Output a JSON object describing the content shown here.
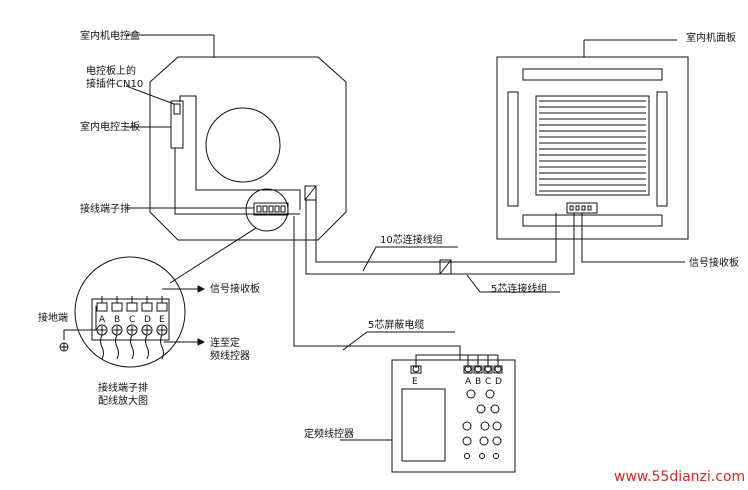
{
  "labels": {
    "indoor_control_box": "室内机电控盒",
    "control_board_connector": "电控板上的",
    "control_board_connector_2": "接插件CN10",
    "indoor_main_board": "室内电控主板",
    "terminal_block": "接线端子排",
    "indoor_panel": "室内机面板",
    "signal_receiver_board": "信号接收板",
    "cable_10core": "10芯连接线组",
    "cable_5core": "5芯连接线组",
    "cable_5core_shielded": "5芯屏蔽电缆",
    "ground_terminal": "接地端",
    "signal_receiver_board_2": "信号接收板",
    "to_fixed_freq_controller": "连至定",
    "to_fixed_freq_controller_2": "频线控器",
    "terminal_block_enlarged": "接线端子排",
    "terminal_block_enlarged_2": "配线放大图",
    "fixed_freq_wired_controller": "定频线控器",
    "watermark": "www.55dianzi.com"
  },
  "terminals": {
    "magnified": [
      "A",
      "B",
      "C",
      "D",
      "E"
    ],
    "controller_left": "E",
    "controller_right": [
      "A",
      "B",
      "C",
      "D"
    ]
  }
}
